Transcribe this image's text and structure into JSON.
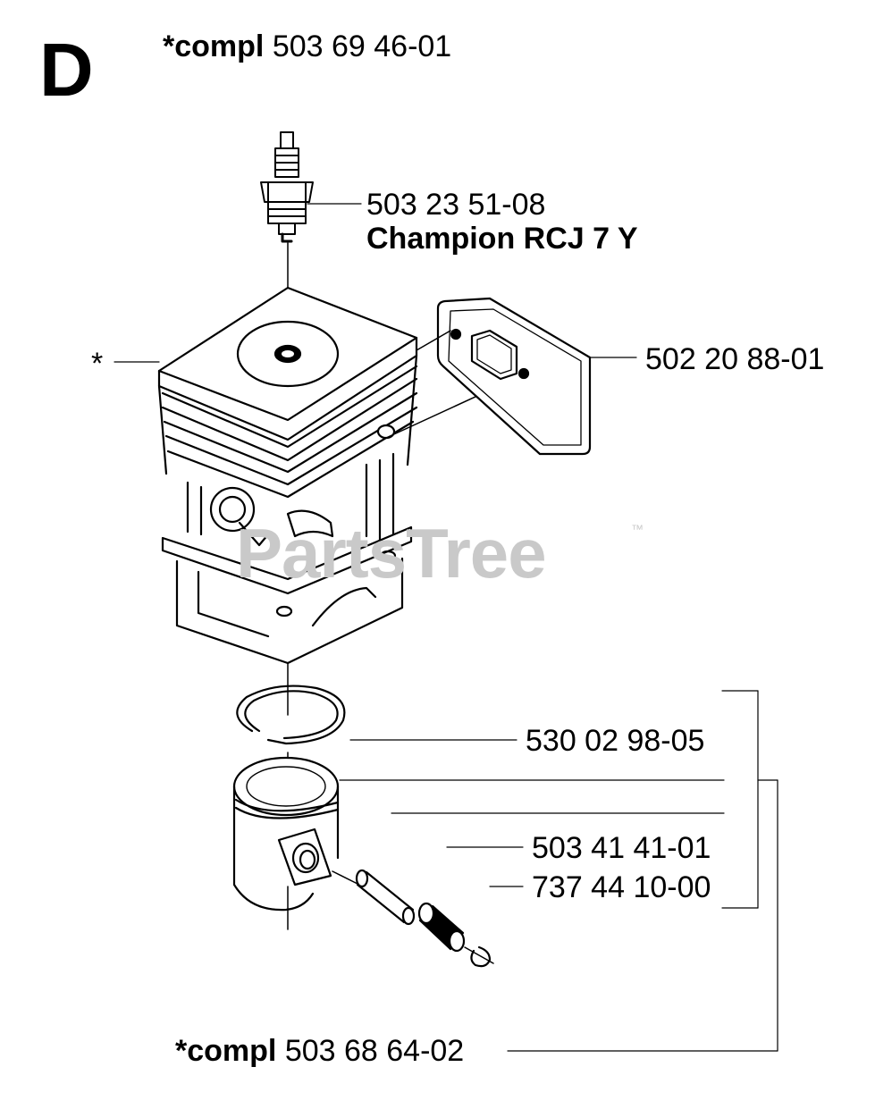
{
  "section_letter": "D",
  "header": {
    "prefix": "*compl",
    "part_number": "503 69 46-01"
  },
  "parts": {
    "spark_plug": {
      "part_number": "503 23 51-08",
      "note": "Champion RCJ 7 Y"
    },
    "cylinder": {
      "marker": "*"
    },
    "gasket": {
      "part_number": "502 20 88-01"
    },
    "piston_ring": {
      "part_number": "530 02 98-05"
    },
    "piston_pin": {
      "part_number": "503 41 41-01"
    },
    "circlip": {
      "part_number": "737 44 10-00"
    }
  },
  "footer": {
    "prefix": "*compl",
    "part_number": "503 68 64-02"
  },
  "watermark": {
    "text": "PartsTree",
    "tm": "™"
  },
  "colors": {
    "ink": "#000000",
    "watermark": "#c9c9c9",
    "background": "#ffffff"
  }
}
